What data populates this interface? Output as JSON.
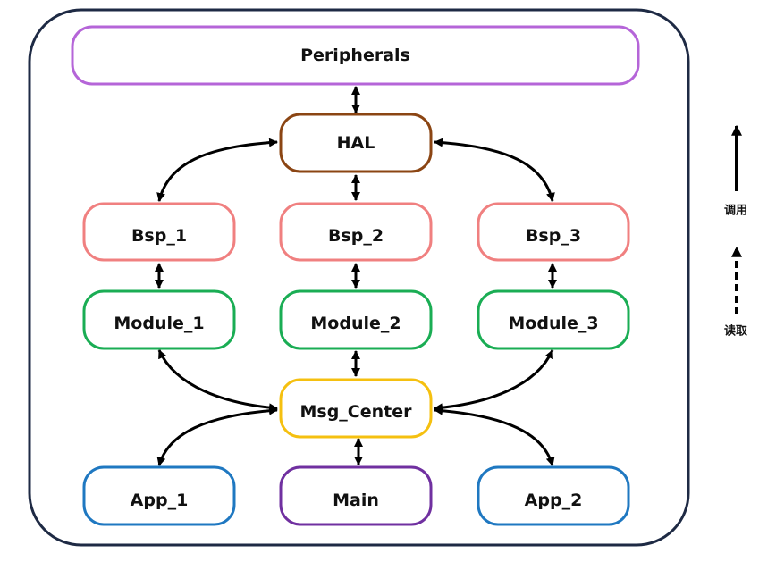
{
  "nodes": {
    "peripherals": {
      "label": "Peripherals",
      "color": "#b565d8"
    },
    "hal": {
      "label": "HAL",
      "color": "#8b4513"
    },
    "bsp_1": {
      "label": "Bsp_1",
      "color": "#f08080"
    },
    "bsp_2": {
      "label": "Bsp_2",
      "color": "#f08080"
    },
    "bsp_3": {
      "label": "Bsp_3",
      "color": "#f08080"
    },
    "module_1": {
      "label": "Module_1",
      "color": "#1aad54"
    },
    "module_2": {
      "label": "Module_2",
      "color": "#1aad54"
    },
    "module_3": {
      "label": "Module_3",
      "color": "#1aad54"
    },
    "msg_center": {
      "label": "Msg_Center",
      "color": "#f5c010"
    },
    "app_1": {
      "label": "App_1",
      "color": "#1f78c1"
    },
    "main": {
      "label": "Main",
      "color": "#7030a0"
    },
    "app_2": {
      "label": "App_2",
      "color": "#1f78c1"
    }
  },
  "legend": {
    "call_label": "调用",
    "read_label": "读取"
  },
  "colors": {
    "frame": "#1e2a44",
    "arrow": "#000000"
  }
}
